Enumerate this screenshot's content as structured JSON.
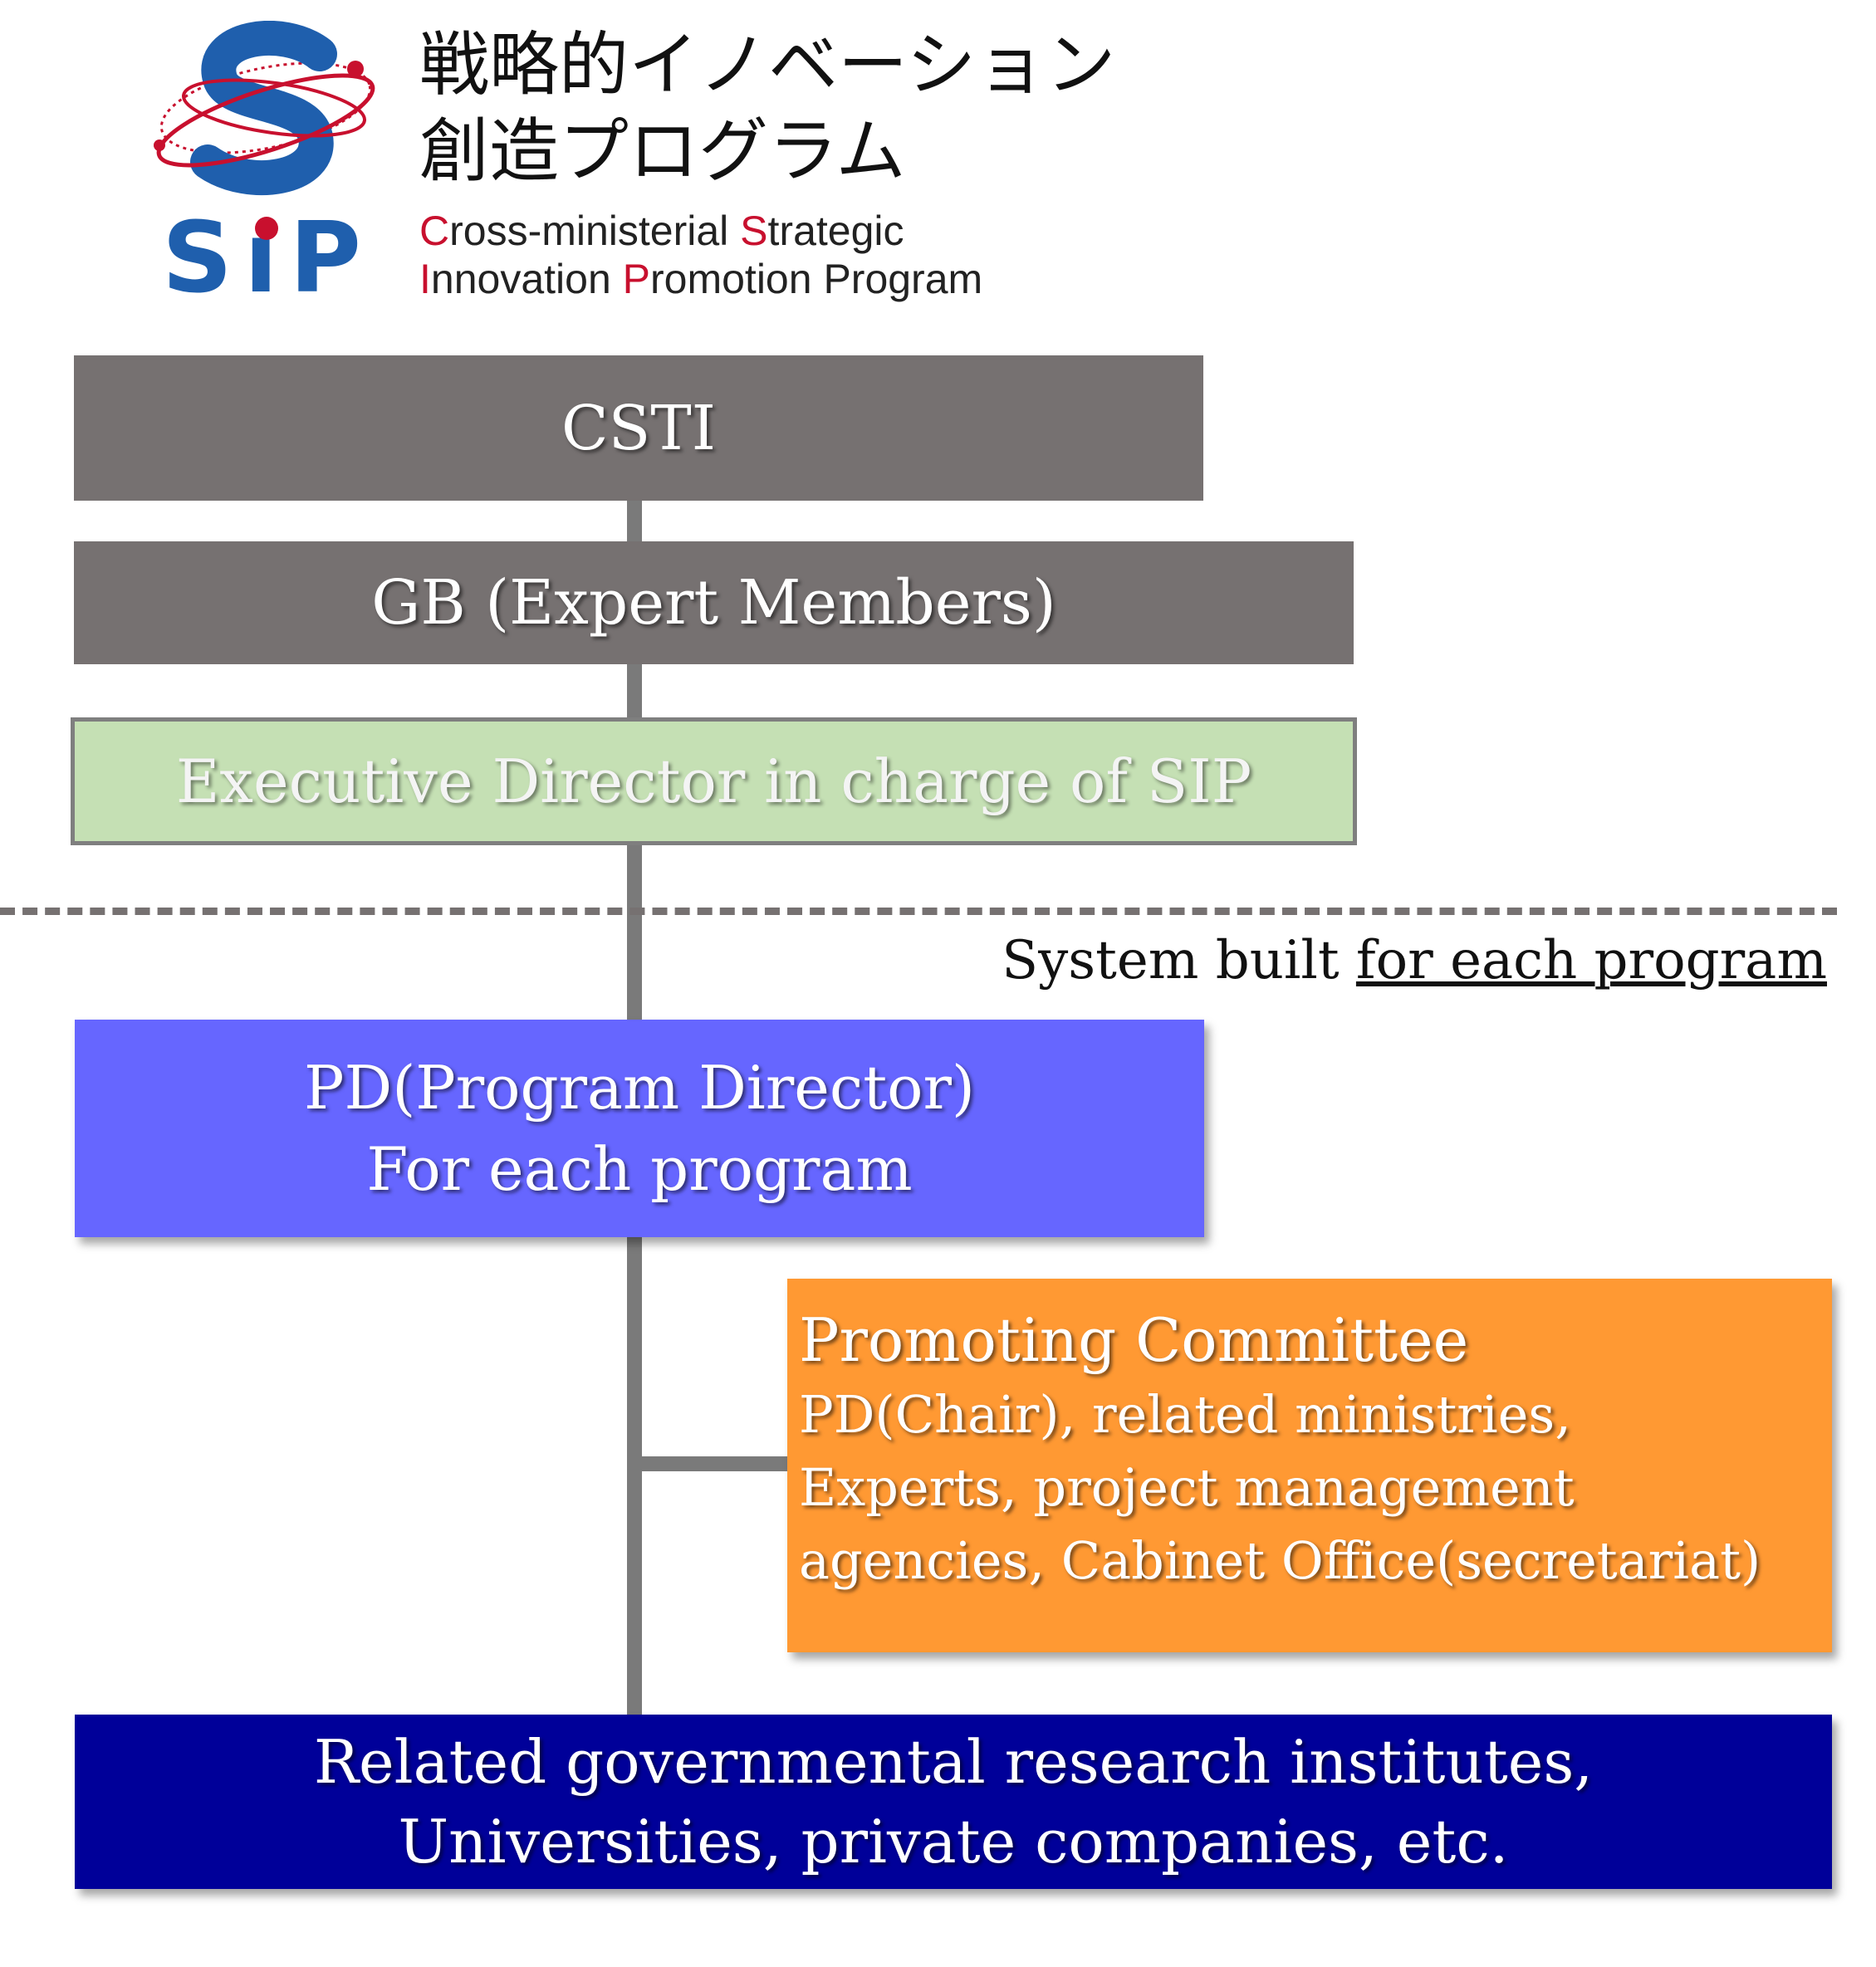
{
  "header": {
    "logo_text": "SiP",
    "title_jp_line1": "戦略的イノベーション",
    "title_jp_line2": "創造プログラム",
    "title_en_line1": {
      "parts": [
        "C",
        "ross-ministerial ",
        "S",
        "trategic"
      ]
    },
    "title_en_line2": {
      "parts": [
        "I",
        "nnovation ",
        "P",
        "romotion Program"
      ]
    }
  },
  "boxes": {
    "csti": "CSTI",
    "gb": "GB (Expert Members)",
    "executive": "Executive Director in charge of SIP",
    "pd_line1": "PD(Program Director)",
    "pd_line2": "For each program",
    "committee_title": "Promoting Committee",
    "committee_lines": [
      "PD(Chair), related ministries,",
      "Experts, project management",
      "agencies, Cabinet Office(secretariat)"
    ],
    "related_line1": "Related governmental research institutes,",
    "related_line2": "Universities, private companies, etc."
  },
  "divider_note": {
    "prefix": "System built ",
    "underlined": "for each program"
  },
  "colors": {
    "gray_box": "#767171",
    "exec_box": "#c5e0b4",
    "pd_box": "#6666ff",
    "committee_box": "#ff9933",
    "related_box": "#000099",
    "logo_blue": "#1f5fad",
    "logo_red": "#c8102e"
  }
}
